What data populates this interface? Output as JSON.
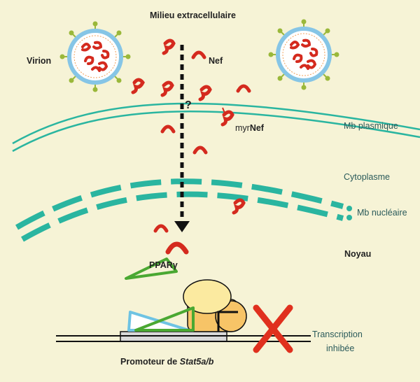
{
  "labels": {
    "extracellular": "Milieu extracellulaire",
    "virion": "Virion",
    "nef": "Nef",
    "myr_prefix": "myr",
    "myr_nef": "Nef",
    "question": "?",
    "plasma_membrane": "Mb plasmique",
    "cytoplasm": "Cytoplasme",
    "nuclear_membrane": "Mb nucléaire",
    "nucleus": "Noyau",
    "ppar": "PPARγ",
    "transcription_line1": "Transcription",
    "transcription_line2": "inhibée",
    "promoter_prefix": "Promoteur de ",
    "promoter_gene": "Stat5a/b"
  },
  "colors": {
    "background": "#f6f3d6",
    "membrane": "#2ab5a0",
    "nef": "#d42a1e",
    "virion_shell": "#86c5e6",
    "spike": "#9ab83a",
    "ppar": "#4aa832",
    "cofactor_blue": "#6ec3e3",
    "complex_orange": "#f7c467",
    "complex_yellow": "#fbeaa0",
    "promoter_box": "#d9d9d9",
    "cross": "#e0301e"
  }
}
